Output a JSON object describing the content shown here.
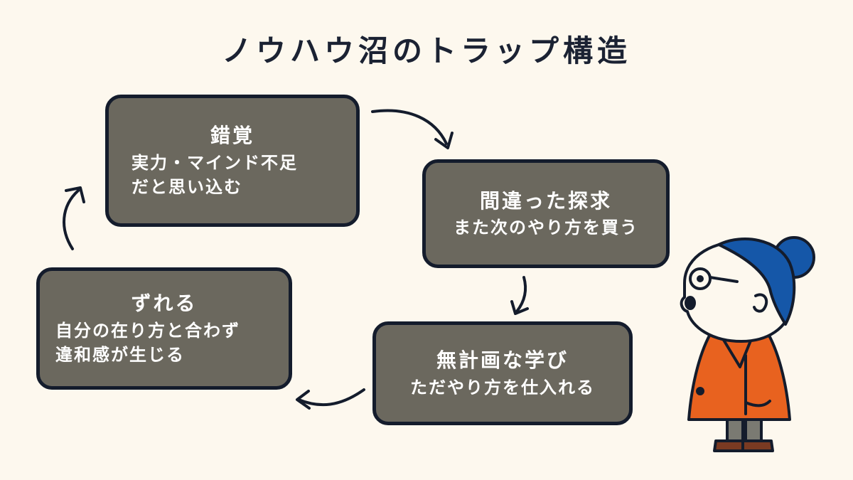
{
  "title": "ノウハウ沼のトラップ構造",
  "nodes": [
    {
      "id": "illusion",
      "heading": "錯覚",
      "lines": [
        "実力・マインド不足",
        "だと思い込む"
      ]
    },
    {
      "id": "wrong-search",
      "heading": "間違った探求",
      "lines": [
        "また次のやり方を買う"
      ]
    },
    {
      "id": "unplanned-learning",
      "heading": "無計画な学び",
      "lines": [
        "ただやり方を仕入れる"
      ]
    },
    {
      "id": "mismatch",
      "heading": "ずれる",
      "lines": [
        "自分の在り方と合わず",
        "違和感が生じる"
      ]
    }
  ],
  "colors": {
    "background": "#fdf8ee",
    "box_fill": "#6b685e",
    "box_border": "#141c2c",
    "text_on_box": "#ffffff",
    "title": "#1b2233",
    "hair": "#1557a8",
    "coat": "#e8621f"
  }
}
